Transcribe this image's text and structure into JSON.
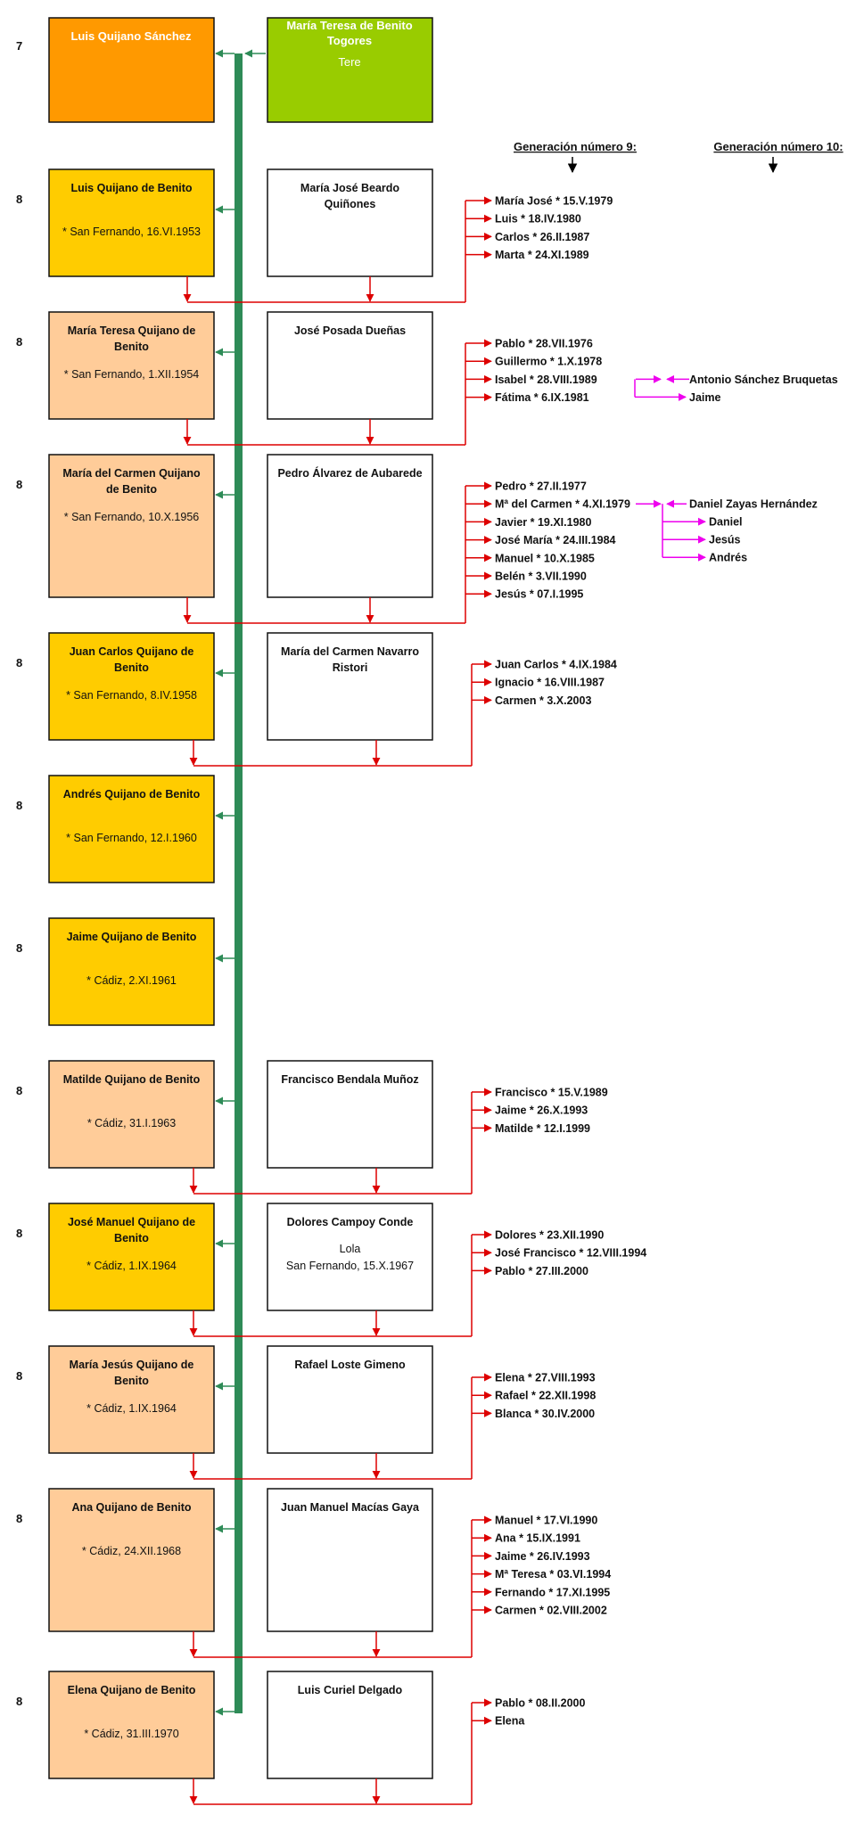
{
  "colors": {
    "founder_male": "#ff9900",
    "founder_female": "#99cc00",
    "child_yellow": "#ffcc00",
    "child_peach": "#ffcc99",
    "spouse_box": "#ffffff",
    "trunk": "#2e8b57",
    "descendant_line": "#dd0000",
    "grandchild_line": "#ee00ee"
  },
  "headers": {
    "gen9": "Generación número 9:",
    "gen10": "Generación número 10:"
  },
  "founders": {
    "generation": "7",
    "husband": {
      "name": "Luis Quijano Sánchez"
    },
    "wife": {
      "name_lines": [
        "María Teresa de Benito",
        "Togores"
      ],
      "nickname": "Tere"
    }
  },
  "families": [
    {
      "generation": "8",
      "child": {
        "name_lines": [
          "Luis Quijano de Benito"
        ],
        "birth": "* San Fernando, 16.VI.1953",
        "color": "yellow"
      },
      "spouse": {
        "name_lines": [
          "María José Beardo",
          "Quiñones"
        ]
      },
      "children": [
        {
          "text": "María José  * 15.V.1979"
        },
        {
          "text": "Luis  * 18.IV.1980"
        },
        {
          "text": "Carlos * 26.II.1987"
        },
        {
          "text": "Marta * 24.XI.1989"
        }
      ]
    },
    {
      "generation": "8",
      "child": {
        "name_lines": [
          "María Teresa Quijano de",
          "Benito"
        ],
        "birth": "* San Fernando, 1.XII.1954",
        "color": "peach"
      },
      "spouse": {
        "name_lines": [
          "José Posada Dueñas"
        ]
      },
      "children": [
        {
          "text": "Pablo * 28.VII.1976"
        },
        {
          "text": "Guillermo * 1.X.1978"
        },
        {
          "text": "Isabel * 28.VIII.1989",
          "spouse": "Antonio Sánchez Bruquetas",
          "kids": [
            "Jaime"
          ]
        },
        {
          "text": "Fátima * 6.IX.1981"
        }
      ]
    },
    {
      "generation": "8",
      "child": {
        "name_lines": [
          "María del Carmen Quijano",
          "de Benito"
        ],
        "birth": "* San Fernando, 10.X.1956",
        "color": "peach"
      },
      "spouse": {
        "name_lines": [
          "Pedro Álvarez de Aubarede"
        ]
      },
      "children": [
        {
          "text": "Pedro * 27.II.1977"
        },
        {
          "text": "Mª del Carmen * 4.XI.1979",
          "spouse": "Daniel Zayas Hernández",
          "kids": [
            "Daniel",
            "Jesús",
            "Andrés"
          ]
        },
        {
          "text": "Javier * 19.XI.1980"
        },
        {
          "text": "José María * 24.III.1984"
        },
        {
          "text": "Manuel * 10.X.1985"
        },
        {
          "text": "Belén * 3.VII.1990"
        },
        {
          "text": "Jesús * 07.I.1995"
        }
      ]
    },
    {
      "generation": "8",
      "child": {
        "name_lines": [
          "Juan Carlos Quijano de",
          "Benito"
        ],
        "birth": "* San Fernando, 8.IV.1958",
        "color": "yellow"
      },
      "spouse": {
        "name_lines": [
          "María del Carmen Navarro",
          "Ristori"
        ]
      },
      "children": [
        {
          "text": "Juan Carlos * 4.IX.1984"
        },
        {
          "text": "Ignacio * 16.VIII.1987"
        },
        {
          "text": "Carmen * 3.X.2003"
        }
      ]
    },
    {
      "generation": "8",
      "child": {
        "name_lines": [
          "Andrés Quijano de Benito"
        ],
        "birth": "* San Fernando, 12.I.1960",
        "color": "yellow"
      },
      "spouse": null,
      "children": []
    },
    {
      "generation": "8",
      "child": {
        "name_lines": [
          "Jaime Quijano de Benito"
        ],
        "birth": "* Cádiz, 2.XI.1961",
        "color": "yellow"
      },
      "spouse": null,
      "children": []
    },
    {
      "generation": "8",
      "child": {
        "name_lines": [
          "Matilde Quijano de Benito"
        ],
        "birth": "* Cádiz, 31.I.1963",
        "color": "peach"
      },
      "spouse": {
        "name_lines": [
          "Francisco Bendala Muñoz"
        ]
      },
      "children": [
        {
          "text": "Francisco * 15.V.1989"
        },
        {
          "text": "Jaime * 26.X.1993"
        },
        {
          "text": "Matilde * 12.I.1999"
        }
      ]
    },
    {
      "generation": "8",
      "child": {
        "name_lines": [
          "José Manuel Quijano de",
          "Benito"
        ],
        "birth": "* Cádiz, 1.IX.1964",
        "color": "yellow"
      },
      "spouse": {
        "name_lines": [
          "Dolores Campoy Conde"
        ],
        "nickname": "Lola",
        "birth": "San Fernando, 15.X.1967"
      },
      "children": [
        {
          "text": "Dolores * 23.XII.1990"
        },
        {
          "text": "José Francisco * 12.VIII.1994"
        },
        {
          "text": "Pablo * 27.III.2000"
        }
      ]
    },
    {
      "generation": "8",
      "child": {
        "name_lines": [
          "María Jesús Quijano de",
          "Benito"
        ],
        "birth": "* Cádiz, 1.IX.1964",
        "color": "peach"
      },
      "spouse": {
        "name_lines": [
          "Rafael Loste Gimeno"
        ]
      },
      "children": [
        {
          "text": "Elena * 27.VIII.1993"
        },
        {
          "text": "Rafael * 22.XII.1998"
        },
        {
          "text": "Blanca * 30.IV.2000"
        }
      ]
    },
    {
      "generation": "8",
      "child": {
        "name_lines": [
          "Ana Quijano de Benito"
        ],
        "birth": "* Cádiz, 24.XII.1968",
        "color": "peach"
      },
      "spouse": {
        "name_lines": [
          "Juan Manuel Macías Gaya"
        ]
      },
      "children": [
        {
          "text": "Manuel * 17.VI.1990"
        },
        {
          "text": "Ana * 15.IX.1991"
        },
        {
          "text": "Jaime * 26.IV.1993"
        },
        {
          "text": "Mª Teresa * 03.VI.1994"
        },
        {
          "text": "Fernando * 17.XI.1995"
        },
        {
          "text": "Carmen * 02.VIII.2002"
        }
      ]
    },
    {
      "generation": "8",
      "child": {
        "name_lines": [
          "Elena Quijano de Benito"
        ],
        "birth": "* Cádiz, 31.III.1970",
        "color": "peach"
      },
      "spouse": {
        "name_lines": [
          "Luis Curiel Delgado"
        ]
      },
      "children": [
        {
          "text": "Pablo * 08.II.2000"
        },
        {
          "text": "Elena"
        }
      ]
    }
  ]
}
